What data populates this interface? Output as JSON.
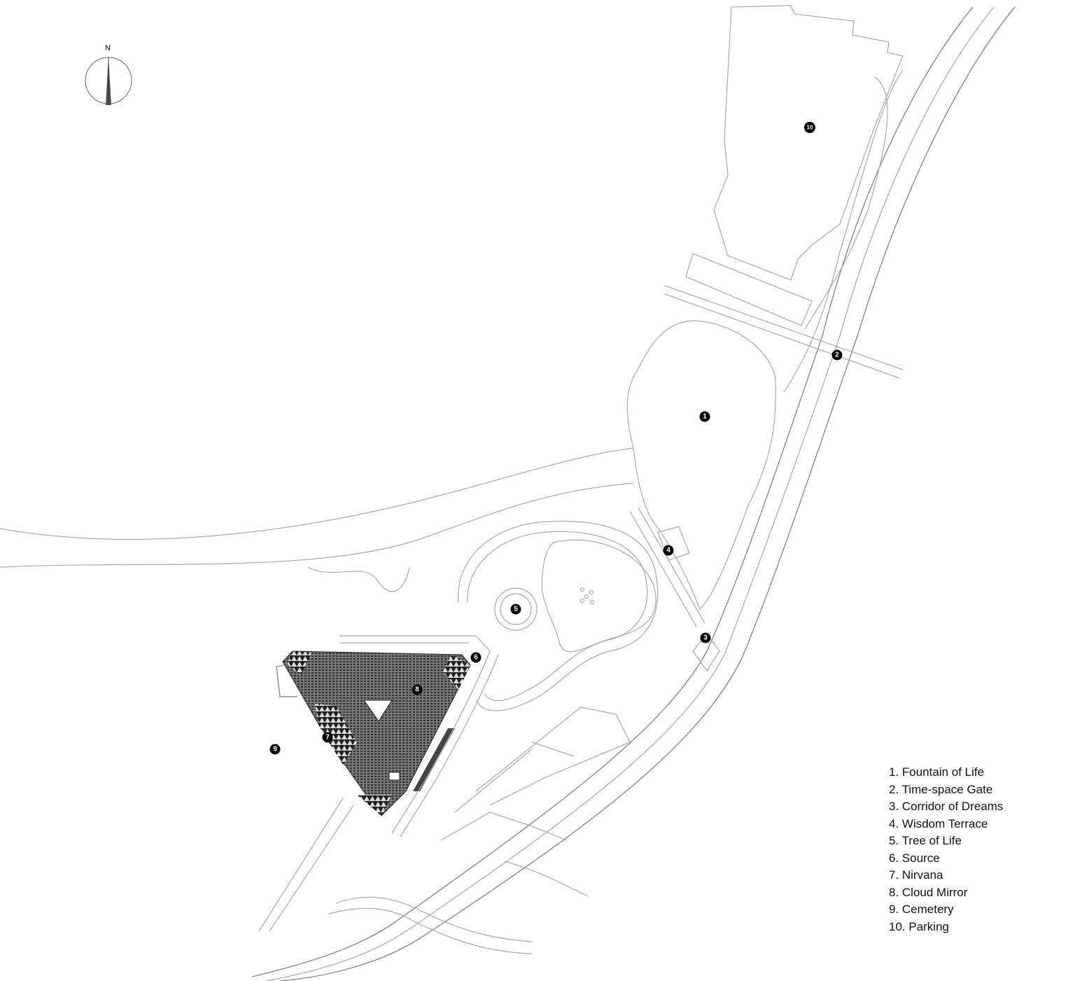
{
  "compass": {
    "label": "N"
  },
  "markers": [
    "1",
    "2",
    "3",
    "4",
    "5",
    "6",
    "7",
    "8",
    "9",
    "10"
  ],
  "legend": [
    "1. Fountain of Life",
    "2. Time-space Gate",
    "3. Corridor of Dreams",
    "4. Wisdom Terrace",
    "5. Tree of Life",
    "6. Source",
    "7. Nirvana",
    "8. Cloud Mirror",
    "9. Cemetery",
    "10. Parking"
  ],
  "colors": {
    "line": "#a8a8a8",
    "marker": "#000000",
    "building": "#555555"
  }
}
